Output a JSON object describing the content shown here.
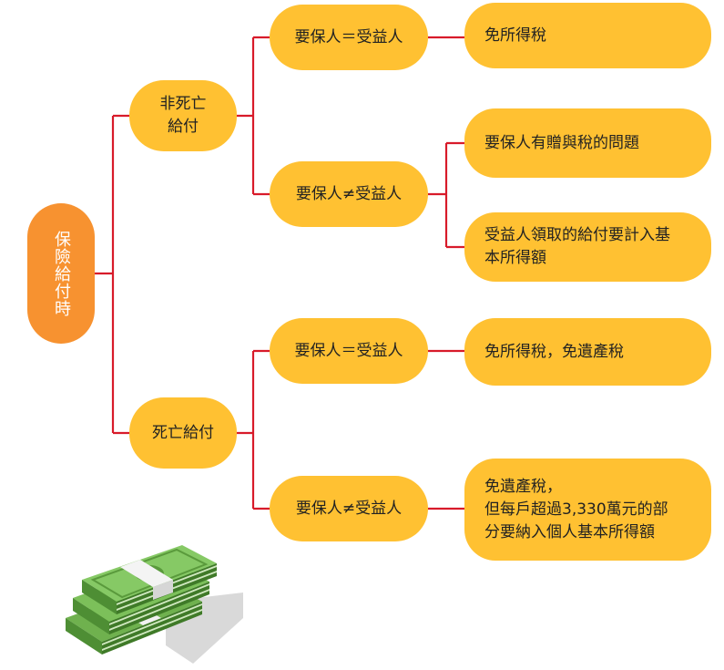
{
  "colors": {
    "root_fill": "#F79230",
    "node_fill": "#FFC132",
    "connector": "#D81B2A",
    "bill_green": "#6FB14E"
  },
  "root": {
    "label": "保險給付時"
  },
  "branches": [
    {
      "label_lines": [
        "非死亡",
        "給付"
      ],
      "conditions": [
        {
          "label": "要保人＝受益人",
          "results": [
            {
              "lines": [
                "免所得稅"
              ]
            }
          ]
        },
        {
          "label": "要保人≠受益人",
          "results": [
            {
              "lines": [
                "要保人有贈與稅的問題"
              ]
            },
            {
              "lines": [
                "受益人領取的給付要計入基",
                "本所得額"
              ]
            }
          ]
        }
      ]
    },
    {
      "label_lines": [
        "死亡給付"
      ],
      "conditions": [
        {
          "label": "要保人＝受益人",
          "results": [
            {
              "lines": [
                "免所得稅，免遺產稅"
              ]
            }
          ]
        },
        {
          "label": "要保人≠受益人",
          "results": [
            {
              "lines": [
                "免遺產稅，",
                "但每戶超過3,330萬元的部",
                "分要納入個人基本所得額"
              ]
            }
          ]
        }
      ]
    }
  ],
  "illustration": {
    "icon": "money-stack-icon"
  }
}
